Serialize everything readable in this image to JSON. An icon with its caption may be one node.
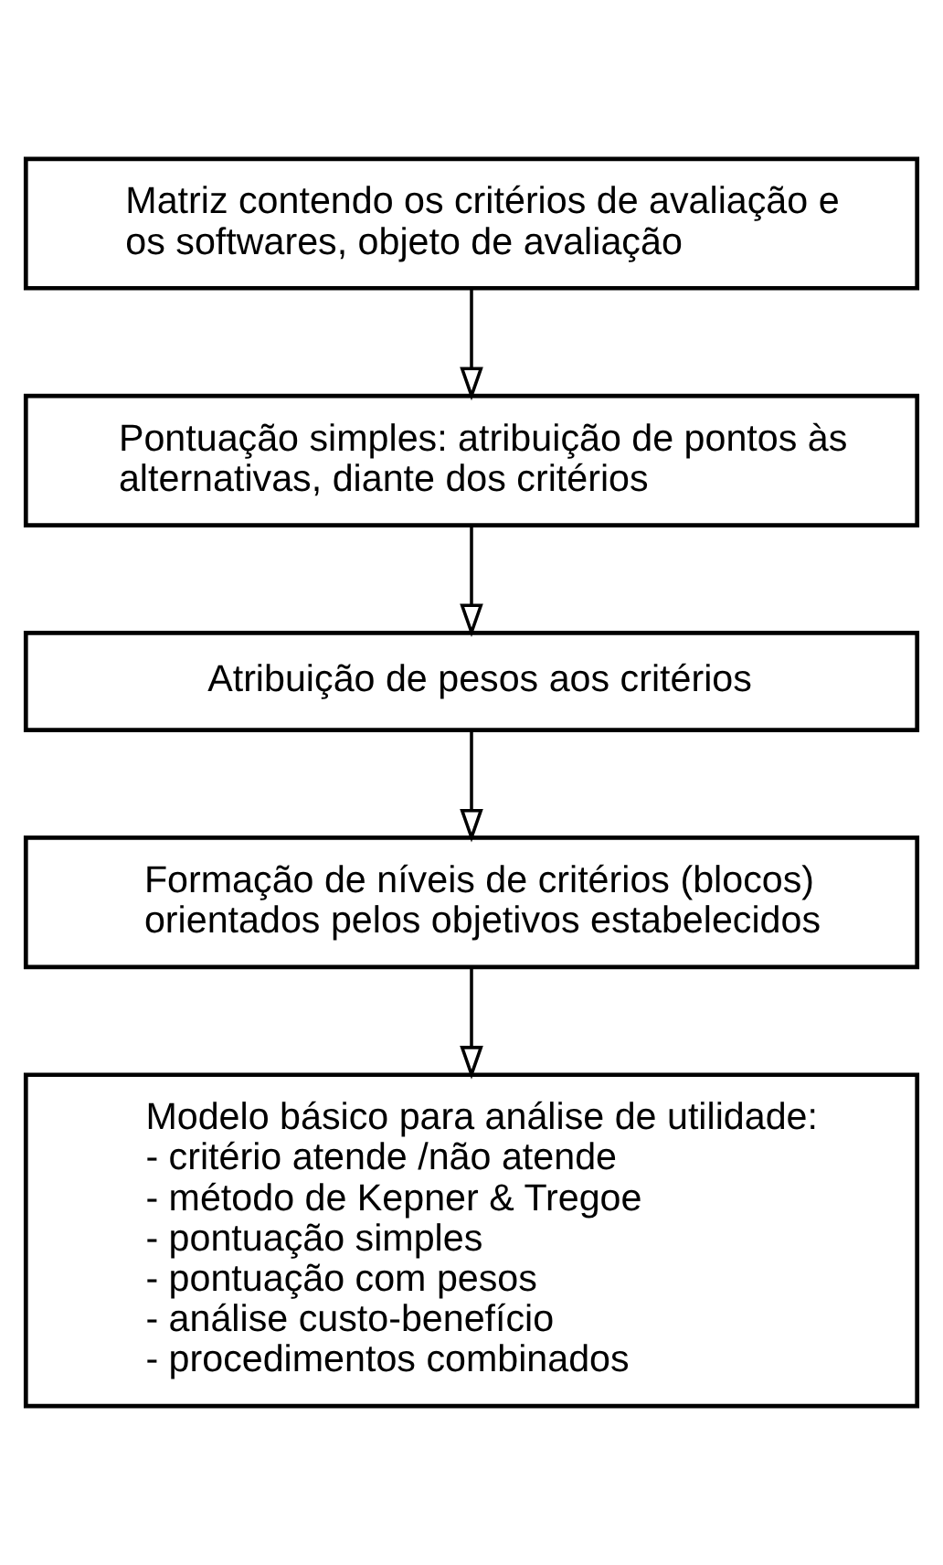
{
  "diagram": {
    "nodes": [
      {
        "text": [
          "Matriz contendo os critérios de avaliação e os softwares, objeto de avaliação"
        ]
      },
      {
        "text": [
          "Pontuação simples: atribuição de pontos às alternativas, diante dos critérios"
        ]
      },
      {
        "text": [
          "Atribuição de pesos aos critérios"
        ]
      },
      {
        "text": [
          "Formação de níveis de critérios (blocos) orientados pelos objetivos estabelecidos"
        ]
      },
      {
        "text": [
          "Modelo básico para análise de utilidade:",
          "- critério atende /não atende",
          "- método de Kepner & Tregoe",
          "- pontuação simples",
          "- pontuação com pesos",
          "- análise custo-benefício",
          "- procedimentos combinados"
        ]
      }
    ],
    "edges": [
      {
        "from": 0,
        "to": 1,
        "arrow": "to"
      },
      {
        "from": 1,
        "to": 2,
        "arrow": "to"
      },
      {
        "from": 2,
        "to": 3,
        "arrow": "to"
      },
      {
        "from": 3,
        "to": 4,
        "arrow": "to"
      }
    ]
  }
}
